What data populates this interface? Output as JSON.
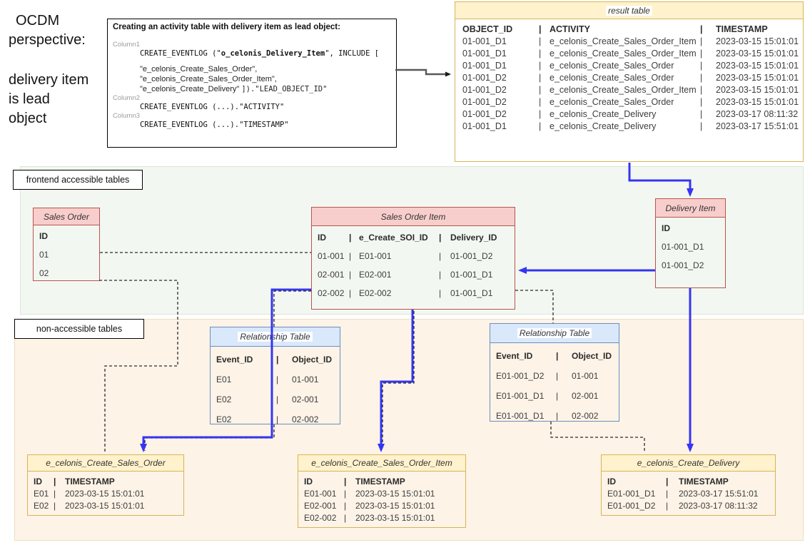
{
  "sep": "|",
  "note": {
    "line1": "OCDM",
    "line2": "perspective:",
    "line3": "delivery item",
    "line4": "is lead",
    "line5": "object"
  },
  "code_box": {
    "title": "Creating an activity table with delivery item as lead object:",
    "col1_label": "Column1",
    "c1_pre": "CREATE_EVENTLOG (\"",
    "c1_bold": "o_celonis_Delivery_Item",
    "c1_post": "\", INCLUDE [",
    "inc1": "\"e_celonis_Create_Sales_Order\",",
    "inc2": "\"e_celonis_Create_Sales_Order_Item\",",
    "inc3": "\"e_celonis_Create_Delivery\" ",
    "inc3_tail": "]).\"LEAD_OBJECT_ID\"",
    "col2_label": "Column2",
    "c2": "CREATE_EVENTLOG (...).\"ACTIVITY\"",
    "col3_label": "Column3",
    "c3": "CREATE_EVENTLOG (...).\"TIMESTAMP\""
  },
  "regions": {
    "frontend": "frontend accessible tables",
    "non_accessible": "non-accessible tables"
  },
  "result_table": {
    "title": "result table",
    "h": [
      "OBJECT_ID",
      "ACTIVITY",
      "TIMESTAMP"
    ],
    "rows": [
      [
        "01-001_D1",
        "e_celonis_Create_Sales_Order_Item",
        "2023-03-15 15:01:01"
      ],
      [
        "01-001_D1",
        "e_celonis_Create_Sales_Order_Item",
        "2023-03-15 15:01:01"
      ],
      [
        "01-001_D1",
        "e_celonis_Create_Sales_Order",
        "2023-03-15 15:01:01"
      ],
      [
        "01-001_D2",
        "e_celonis_Create_Sales_Order",
        "2023-03-15 15:01:01"
      ],
      [
        "01-001_D2",
        "e_celonis_Create_Sales_Order_Item",
        "2023-03-15 15:01:01"
      ],
      [
        "01-001_D2",
        "e_celonis_Create_Sales_Order",
        "2023-03-15 15:01:01"
      ],
      [
        "01-001_D2",
        "e_celonis_Create_Delivery",
        "2023-03-17 08:11:32"
      ],
      [
        "01-001_D1",
        "e_celonis_Create_Delivery",
        "2023-03-17 15:51:01"
      ]
    ]
  },
  "sales_order": {
    "title": "Sales Order",
    "h": "ID",
    "rows": [
      "01",
      "02"
    ]
  },
  "sales_order_item": {
    "title": "Sales Order Item",
    "h": [
      "ID",
      "e_Create_SOI_ID",
      "Delivery_ID"
    ],
    "rows": [
      [
        "01-001",
        "E01-001",
        "01-001_D2"
      ],
      [
        "02-001",
        "E02-001",
        "01-001_D1"
      ],
      [
        "02-002",
        "E02-002",
        "01-001_D1"
      ]
    ]
  },
  "delivery_item": {
    "title": "Delivery Item",
    "h": "ID",
    "rows": [
      "01-001_D1",
      "01-001_D2"
    ]
  },
  "rel_left": {
    "title": "Relationship Table",
    "h": [
      "Event_ID",
      "Object_ID"
    ],
    "rows": [
      [
        "E01",
        "01-001"
      ],
      [
        "E02",
        "02-001"
      ],
      [
        "E02",
        "02-002"
      ]
    ]
  },
  "rel_right": {
    "title": "Relationship Table",
    "h": [
      "Event_ID",
      "Object_ID"
    ],
    "rows": [
      [
        "E01-001_D2",
        "01-001"
      ],
      [
        "E01-001_D1",
        "02-001"
      ],
      [
        "E01-001_D1",
        "02-002"
      ]
    ]
  },
  "ev_sales_order": {
    "title": "e_celonis_Create_Sales_Order",
    "h": [
      "ID",
      "TIMESTAMP"
    ],
    "rows": [
      [
        "E01",
        "2023-03-15 15:01:01"
      ],
      [
        "E02",
        "2023-03-15 15:01:01"
      ]
    ]
  },
  "ev_sales_order_item": {
    "title": "e_celonis_Create_Sales_Order_Item",
    "h": [
      "ID",
      "TIMESTAMP"
    ],
    "rows": [
      [
        "E01-001",
        "2023-03-15 15:01:01"
      ],
      [
        "E02-001",
        "2023-03-15 15:01:01"
      ],
      [
        "E02-002",
        "2023-03-15 15:01:01"
      ]
    ]
  },
  "ev_delivery": {
    "title": "e_celonis_Create_Delivery",
    "h": [
      "ID",
      "TIMESTAMP"
    ],
    "rows": [
      [
        "E01-001_D1",
        "2023-03-17 15:51:01"
      ],
      [
        "E01-001_D2",
        "2023-03-17 08:11:32"
      ]
    ]
  },
  "colors": {
    "object_header": "#f8cecc",
    "object_border": "#b85450",
    "event_header": "#fff2cc",
    "event_border": "#d6b656",
    "relationship_header": "#dae8fc",
    "relationship_border": "#6c8ebf",
    "arrow_blue": "#3535f3",
    "arrow_dark": "#595959",
    "dashed_line": "#2b2b2b"
  }
}
